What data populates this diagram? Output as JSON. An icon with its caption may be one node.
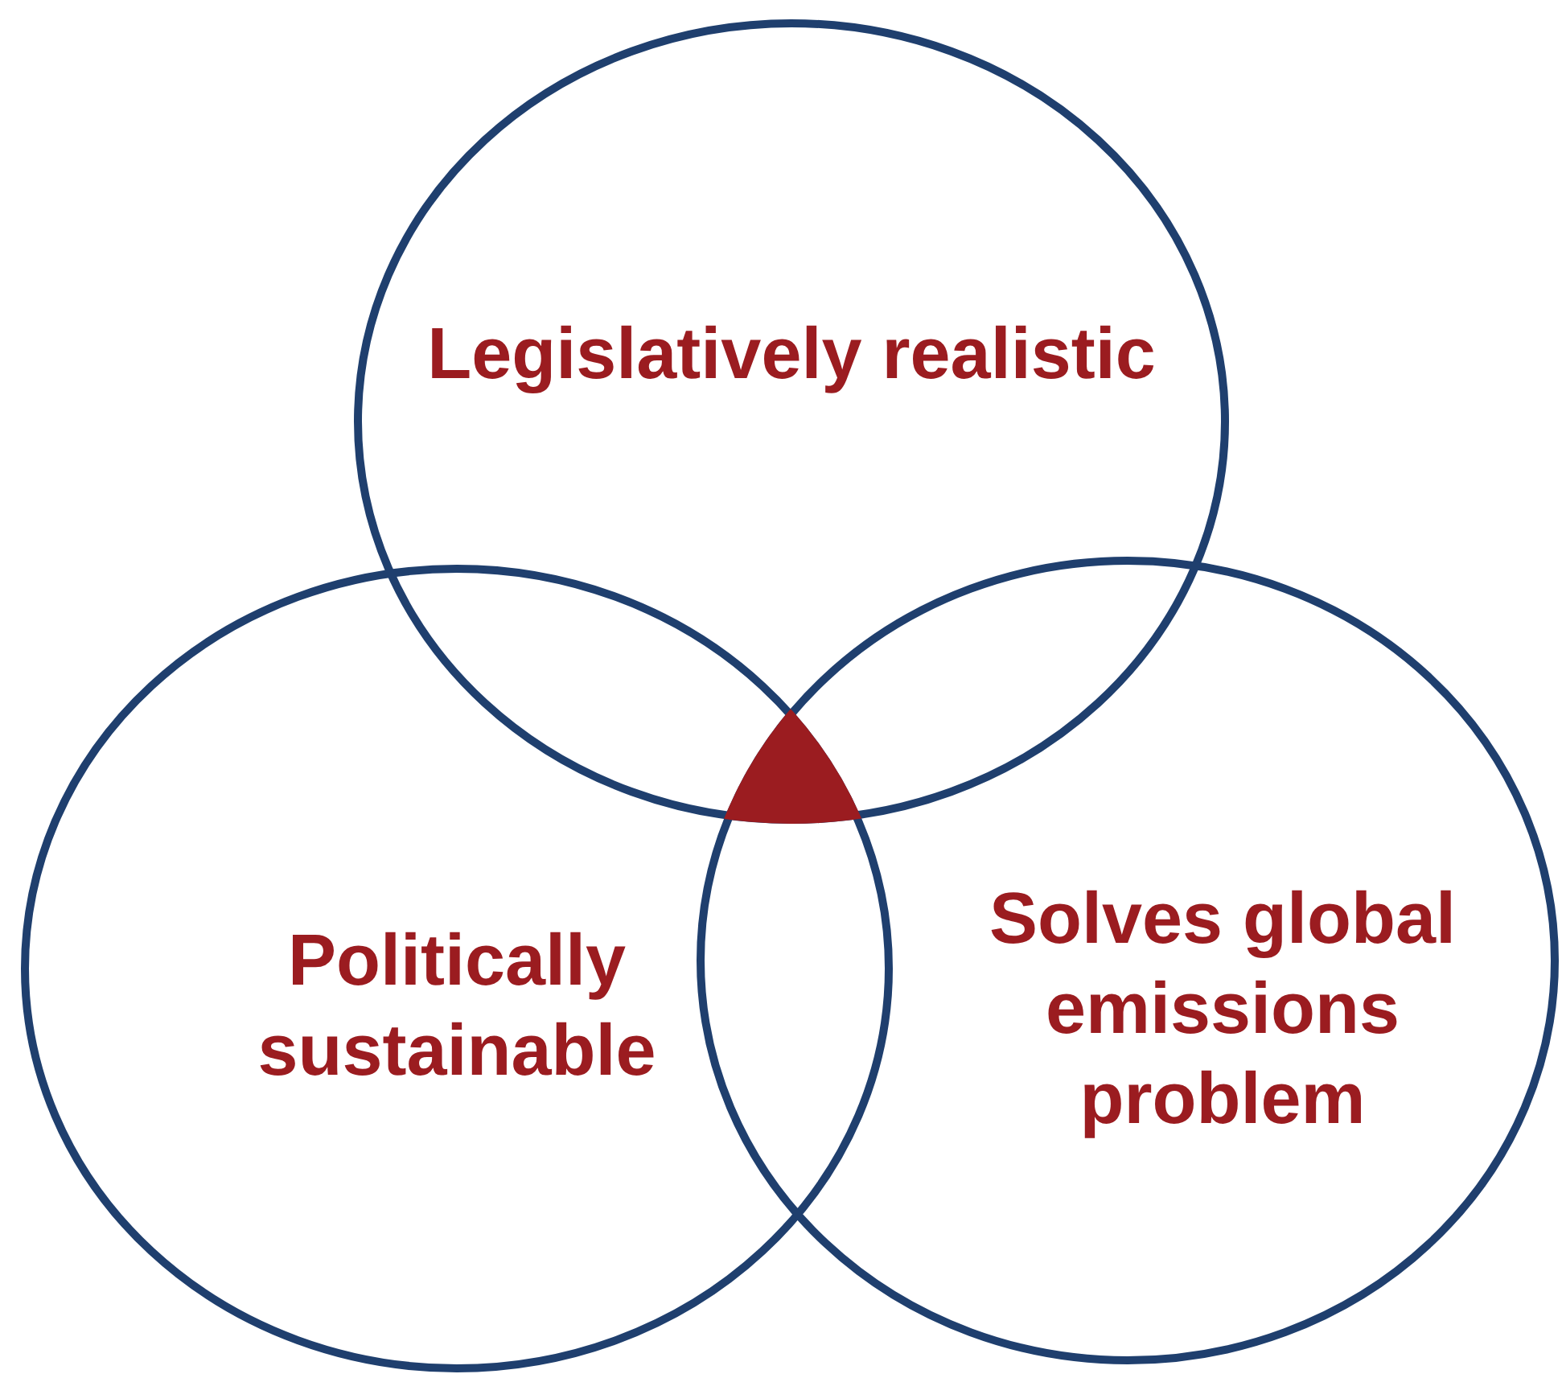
{
  "diagram": {
    "nodes": [
      {
        "text": [
          "Legislatively realistic"
        ]
      },
      {
        "text": [
          "Politically sustainable"
        ]
      },
      {
        "text": [
          "Solves global emissions problem"
        ]
      }
    ]
  }
}
